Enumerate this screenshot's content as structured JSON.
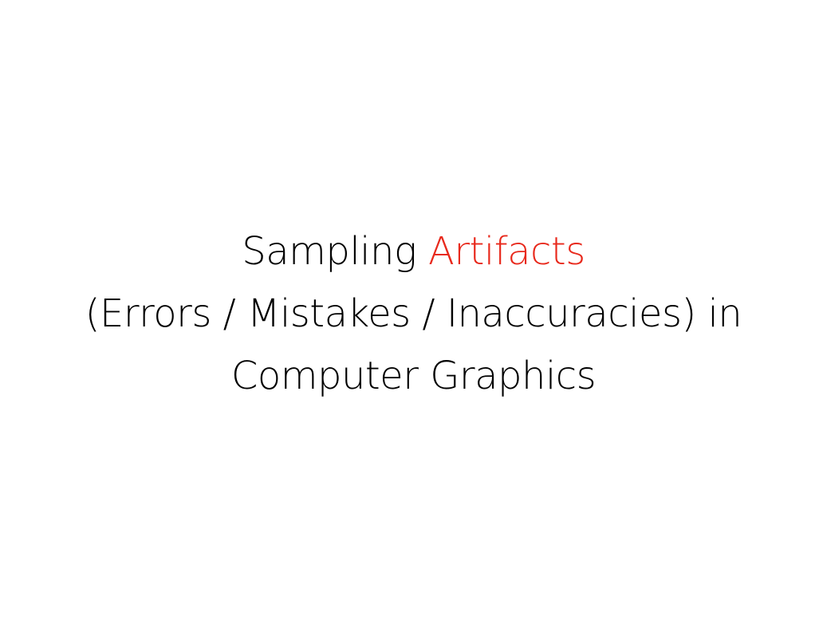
{
  "slide": {
    "title": {
      "line1_prefix": "Sampling ",
      "line1_accent": "Artifacts",
      "line2": "(Errors / Mistakes / Inaccuracies) in",
      "line3": "Computer Graphics"
    },
    "colors": {
      "text": "#000000",
      "accent": "#e8291c",
      "background": "#ffffff"
    }
  }
}
